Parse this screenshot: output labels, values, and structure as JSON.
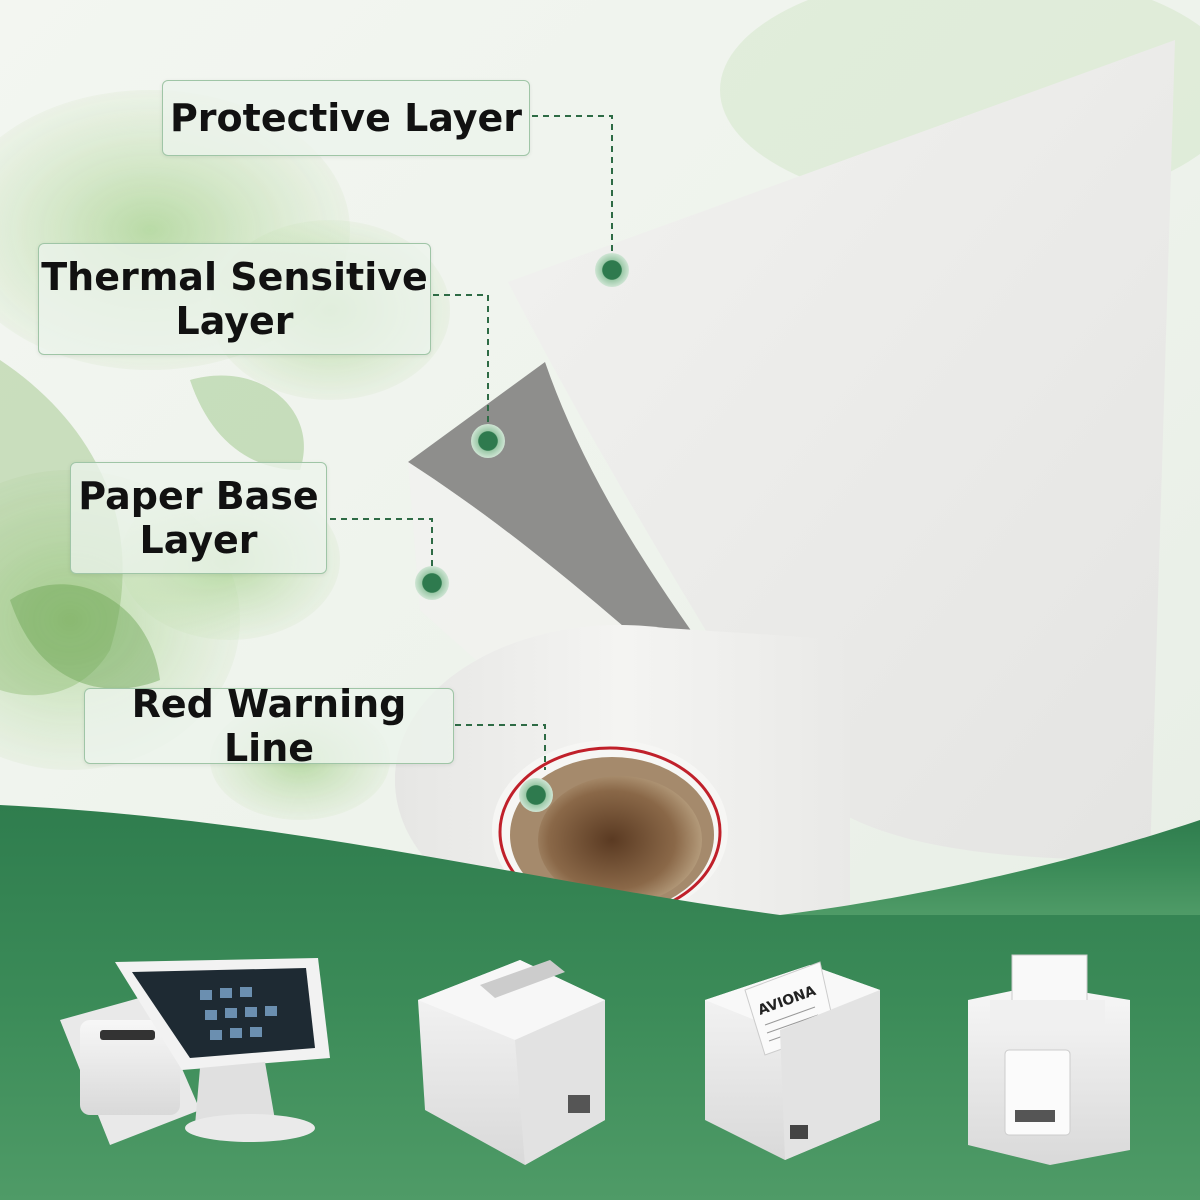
{
  "layers": [
    {
      "id": "protective",
      "label": "Protective Layer"
    },
    {
      "id": "thermal",
      "label_line1": "Thermal Sensitive",
      "label_line2": "Layer"
    },
    {
      "id": "paper",
      "label_line1": "Paper Base",
      "label_line2": "Layer"
    },
    {
      "id": "red",
      "label": "Red Warning Line"
    }
  ],
  "printer_labels": {
    "receipt_brand": "AVIONA"
  },
  "colors": {
    "accent_green": "#2e7a4e",
    "band_green": "#3a8a57",
    "warning_red": "#c0202a"
  },
  "icons": [
    "pos-terminal-image",
    "dot-matrix-printer-image",
    "thermal-receipt-printer-image",
    "compact-thermal-printer-image"
  ]
}
